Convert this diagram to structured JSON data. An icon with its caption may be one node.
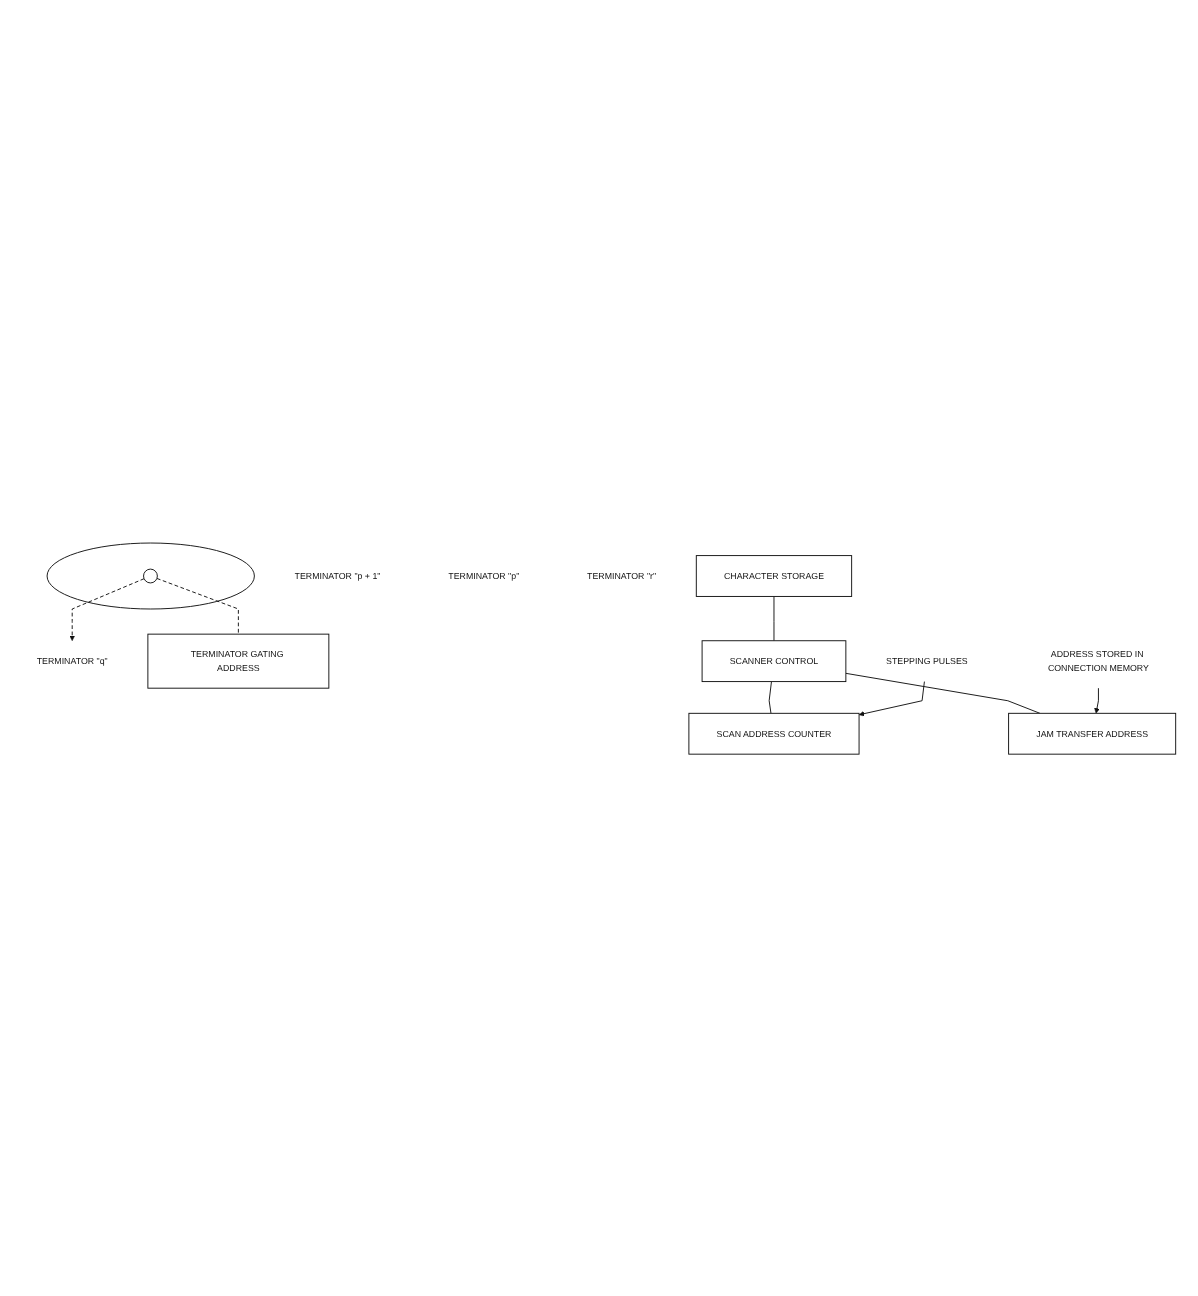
{
  "diagram": {
    "nodes": [
      {
        "text": [],
        "shape": "circle"
      },
      {
        "text": [],
        "shape": "circle",
        "beside": [
          "TERMINATOR \"p + 1\""
        ]
      },
      {
        "text": [],
        "shape": "circle",
        "beside": [
          "TERMINATOR \"p\""
        ]
      },
      {
        "text": [],
        "shape": "circle",
        "in": 0
      },
      {
        "text": [],
        "shape": "circle",
        "beside": [
          "TERMINATOR \"q\""
        ]
      },
      {
        "text": [],
        "shape": "circle",
        "beside": [
          "TERMINATOR \"r\""
        ]
      },
      {
        "text": [
          "TERMINATOR GATING ADDRESS"
        ]
      },
      {
        "text": [
          "CHARACTER STORAGE"
        ]
      },
      {
        "text": [
          "SCANNER CONTROL"
        ]
      },
      {
        "text": [
          "SCAN ADDRESS COUNTER"
        ]
      },
      {
        "text": [
          "JAM TRANSFER ADDRESS"
        ]
      },
      {
        "text": [
          "STEPPING PULSES"
        ]
      },
      {
        "text": [
          "ADDRESS STORED IN CONNECTION MEMORY"
        ]
      }
    ],
    "edges": [
      {
        "from": 3,
        "to": 4,
        "arrow": "to",
        "style": "dashed"
      },
      {
        "from": 3,
        "to": 6,
        "arrow": "none",
        "style": "dashed"
      },
      {
        "from": 7,
        "to": 8,
        "arrow": "none"
      },
      {
        "from": 8,
        "to": 9,
        "arrow": "none"
      },
      {
        "from": 8,
        "to": 10,
        "arrow": "none"
      },
      {
        "from": 11,
        "to": 9,
        "arrow": "to"
      },
      {
        "from": 12,
        "to": 10,
        "arrow": "to"
      }
    ]
  }
}
